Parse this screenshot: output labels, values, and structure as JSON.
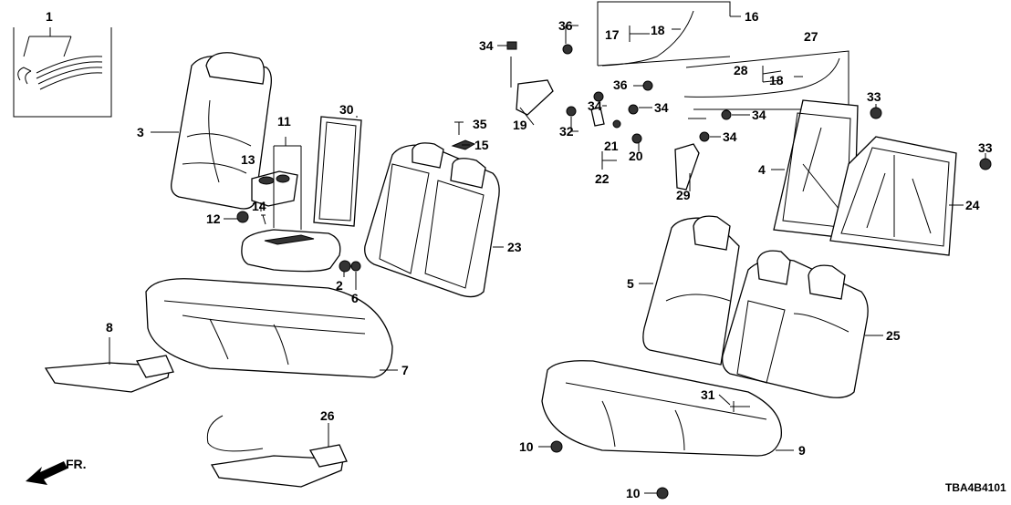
{
  "diagram": {
    "callouts": [
      "1",
      "3",
      "13",
      "14",
      "12",
      "11",
      "30",
      "35",
      "15",
      "23",
      "2",
      "6",
      "8",
      "7",
      "26",
      "34",
      "36",
      "17",
      "18",
      "16",
      "27",
      "28",
      "18",
      "36",
      "34",
      "19",
      "32",
      "34",
      "34",
      "34",
      "21",
      "22",
      "20",
      "29",
      "33",
      "33",
      "4",
      "24",
      "5",
      "25",
      "31",
      "9",
      "10",
      "10"
    ],
    "direction_label": "FR.",
    "diagram_code": "TBA4B4101"
  }
}
